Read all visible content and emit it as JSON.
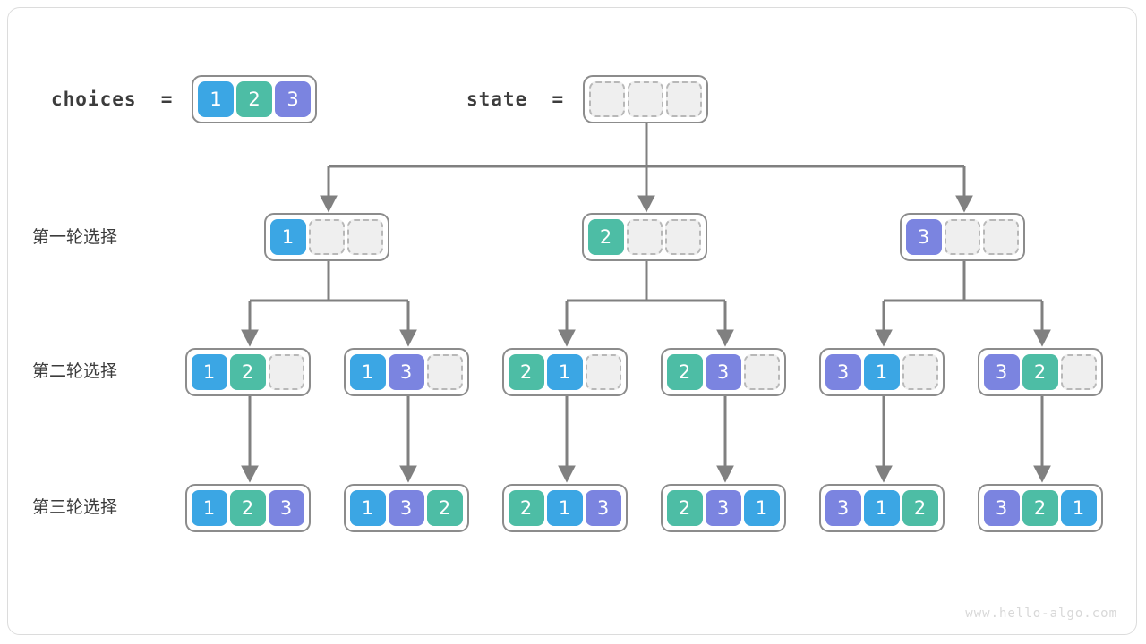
{
  "diagram": {
    "title": "permutation-backtracking-tree",
    "watermark": "www.hello-algo.com",
    "colors": {
      "value_1": "#3ba6e4",
      "value_2": "#4dbda5",
      "value_3": "#7b84e0",
      "empty_cell": "#efefef",
      "empty_border": "#b8b8b8",
      "box_border": "#8c8c8c",
      "edge": "#808080",
      "text": "#3c3c3c",
      "frame": "#dcdcdc",
      "watermark": "#d8d8d8"
    }
  },
  "header": {
    "choices_label": "choices  =",
    "choices_values": [
      "1",
      "2",
      "3"
    ],
    "state_label": "state  =",
    "state_values": [
      "",
      "",
      ""
    ]
  },
  "rows": [
    {
      "label": "第一轮选择",
      "nodes": [
        {
          "name": "node-1",
          "cells": [
            "1",
            "",
            ""
          ]
        },
        {
          "name": "node-2",
          "cells": [
            "2",
            "",
            ""
          ]
        },
        {
          "name": "node-3",
          "cells": [
            "3",
            "",
            ""
          ]
        }
      ]
    },
    {
      "label": "第二轮选择",
      "nodes": [
        {
          "name": "node-12",
          "cells": [
            "1",
            "2",
            ""
          ]
        },
        {
          "name": "node-13",
          "cells": [
            "1",
            "3",
            ""
          ]
        },
        {
          "name": "node-21",
          "cells": [
            "2",
            "1",
            ""
          ]
        },
        {
          "name": "node-23",
          "cells": [
            "2",
            "3",
            ""
          ]
        },
        {
          "name": "node-31",
          "cells": [
            "3",
            "1",
            ""
          ]
        },
        {
          "name": "node-32",
          "cells": [
            "3",
            "2",
            ""
          ]
        }
      ]
    },
    {
      "label": "第三轮选择",
      "nodes": [
        {
          "name": "node-123",
          "cells": [
            "1",
            "2",
            "3"
          ]
        },
        {
          "name": "node-132",
          "cells": [
            "1",
            "3",
            "2"
          ]
        },
        {
          "name": "node-213",
          "cells": [
            "2",
            "1",
            "3"
          ]
        },
        {
          "name": "node-231",
          "cells": [
            "2",
            "3",
            "1"
          ]
        },
        {
          "name": "node-312",
          "cells": [
            "3",
            "1",
            "2"
          ]
        },
        {
          "name": "node-321",
          "cells": [
            "3",
            "2",
            "1"
          ]
        }
      ]
    }
  ]
}
